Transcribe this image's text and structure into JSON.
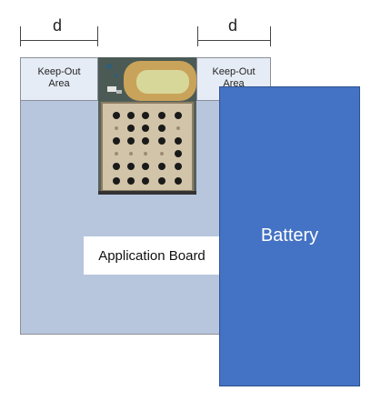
{
  "dimension_left": {
    "label": "d"
  },
  "dimension_right": {
    "label": "d"
  },
  "keepout_left": {
    "label_line1": "Keep-Out",
    "label_line2": "Area"
  },
  "keepout_right": {
    "label_line1": "Keep-Out",
    "label_line2": "Area"
  },
  "application_board": {
    "label": "Application Board"
  },
  "battery": {
    "label": "Battery"
  },
  "colors": {
    "board": "#b8c6dd",
    "keepout": "#e6ecf5",
    "battery": "#4472c4"
  }
}
